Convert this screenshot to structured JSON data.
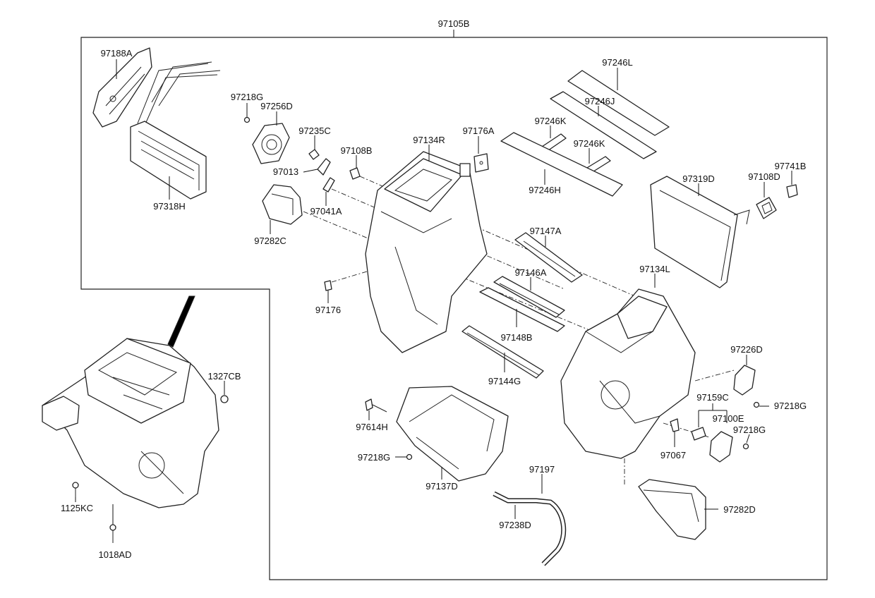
{
  "diagram": {
    "assembly_label": "97105B",
    "labels": {
      "p97188A": "97188A",
      "p97218G_a": "97218G",
      "p97256D": "97256D",
      "p97235C": "97235C",
      "p97108B": "97108B",
      "p97134R": "97134R",
      "p97176A": "97176A",
      "p97013": "97013",
      "p97041A": "97041A",
      "p97282C": "97282C",
      "p97318H": "97318H",
      "p97246L": "97246L",
      "p97246J": "97246J",
      "p97246K_a": "97246K",
      "p97246K_b": "97246K",
      "p97246H": "97246H",
      "p97319D": "97319D",
      "p97108D": "97108D",
      "p97741B": "97741B",
      "p97147A": "97147A",
      "p97146A": "97146A",
      "p97134L": "97134L",
      "p97148B": "97148B",
      "p97144G": "97144G",
      "p97176": "97176",
      "p97226D": "97226D",
      "p97159C": "97159C",
      "p97218G_b": "97218G",
      "p97100E": "97100E",
      "p97218G_c": "97218G",
      "p97067": "97067",
      "p97614H": "97614H",
      "p97218G_d": "97218G",
      "p97137D": "97137D",
      "p97197": "97197",
      "p97238D": "97238D",
      "p97282D": "97282D",
      "p1327CB": "1327CB",
      "p1125KC": "1125KC",
      "p1018AD": "1018AD"
    }
  }
}
